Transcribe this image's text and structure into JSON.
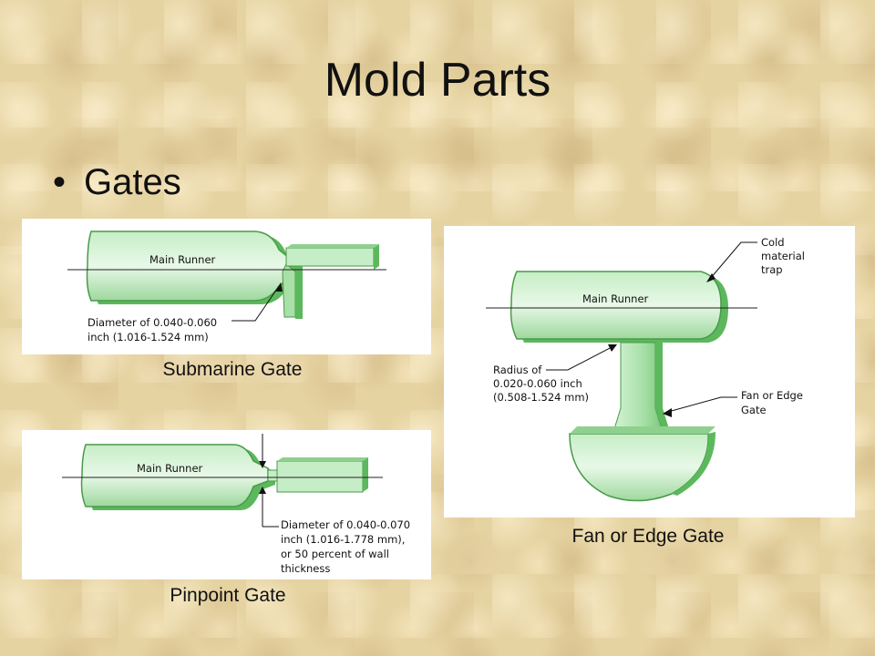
{
  "slide": {
    "title": "Mold Parts",
    "bullet": "Gates"
  },
  "colors": {
    "part_fill": "#a8e0a8",
    "part_light": "#dff5df",
    "part_edge": "#4a9a4a",
    "part_shadow": "#5cb85c"
  },
  "submarine": {
    "caption": "Submarine Gate",
    "main_runner": "Main Runner",
    "note_line1": "Diameter of 0.040-0.060",
    "note_line2": "inch (1.016-1.524 mm)"
  },
  "pinpoint": {
    "caption": "Pinpoint Gate",
    "main_runner": "Main Runner",
    "note_line1": "Diameter of 0.040-0.070",
    "note_line2": "inch (1.016-1.778 mm),",
    "note_line3": "or 50 percent of wall",
    "note_line4": "thickness"
  },
  "fan": {
    "caption": "Fan or Edge Gate",
    "main_runner": "Main Runner",
    "cold_line1": "Cold",
    "cold_line2": "material",
    "cold_line3": "trap",
    "radius_line1": "Radius of",
    "radius_line2": "0.020-0.060 inch",
    "radius_line3": "(0.508-1.524 mm)",
    "fan_line1": "Fan or Edge",
    "fan_line2": "Gate"
  }
}
